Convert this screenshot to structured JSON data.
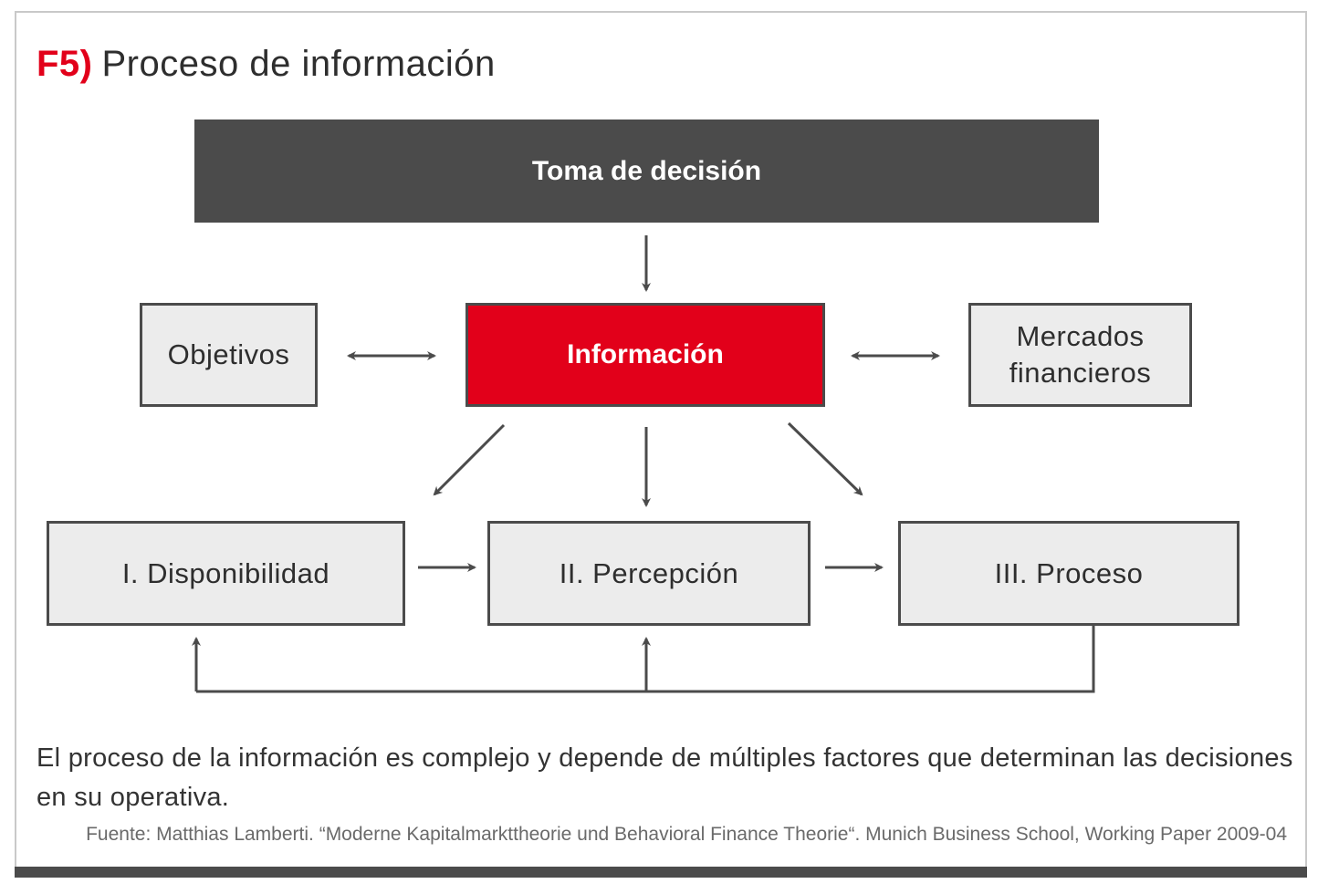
{
  "figure": {
    "number": "F5)",
    "title": "Proceso de información"
  },
  "nodes": {
    "decision": "Toma de decisión",
    "informacion": "Información",
    "objetivos": "Objetivos",
    "mercados": "Mercados financieros",
    "disponibilidad": "I. Disponibilidad",
    "percepcion": "II. Percepción",
    "proceso": "III. Proceso"
  },
  "caption": "El proceso de la información es complejo y depende de múltiples factores que determinan las decisiones en su operativa.",
  "source": "Fuente: Matthias Lamberti. “Moderne Kapitalmarkttheorie und Behavioral Finance Theorie“. Munich Business School, Working Paper 2009-04",
  "colors": {
    "accent_red": "#e2001a",
    "dark_gray": "#4b4b4b",
    "light_gray": "#ececec",
    "frame": "#c9c9c9"
  }
}
